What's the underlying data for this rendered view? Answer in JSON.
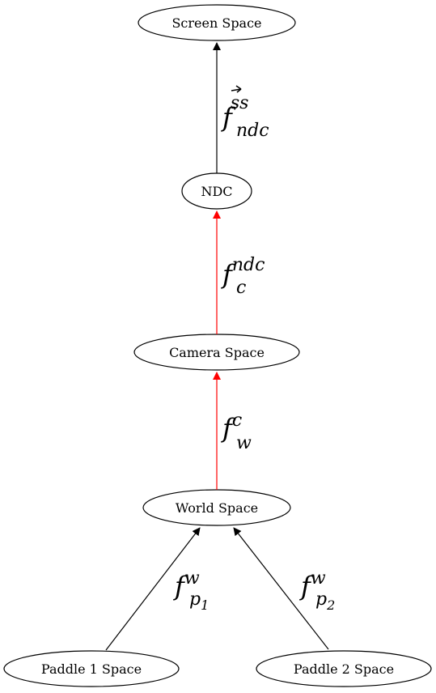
{
  "diagram": {
    "nodes": {
      "screen": "Screen Space",
      "ndc": "NDC",
      "camera": "Camera Space",
      "world": "World Space",
      "paddle1": "Paddle 1 Space",
      "paddle2": "Paddle 2 Space"
    },
    "edges": {
      "ndc_to_screen": {
        "base": "f",
        "sup": "ss",
        "sub": "ndc",
        "vector": true,
        "color": "#000000"
      },
      "camera_to_ndc": {
        "base": "f",
        "sup": "ndc",
        "sub": "c",
        "color": "#ff0000"
      },
      "world_to_camera": {
        "base": "f",
        "sup": "c",
        "sub": "w",
        "color": "#ff0000"
      },
      "paddle1_to_world": {
        "base": "f",
        "sup": "w",
        "sub": "p",
        "sub2": "1",
        "color": "#000000"
      },
      "paddle2_to_world": {
        "base": "f",
        "sup": "w",
        "sub": "p",
        "sub2": "2",
        "color": "#000000"
      }
    }
  }
}
